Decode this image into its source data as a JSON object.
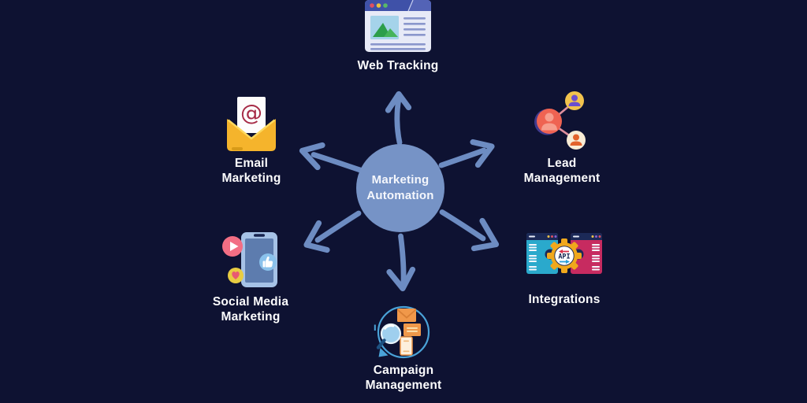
{
  "title": "Marketing Automation diagram",
  "center": {
    "lines": [
      "Marketing",
      "Automation"
    ]
  },
  "nodes": [
    {
      "id": "web-tracking",
      "lines": [
        "Web Tracking"
      ]
    },
    {
      "id": "email-marketing",
      "lines": [
        "Email",
        "Marketing"
      ]
    },
    {
      "id": "lead-management",
      "lines": [
        "Lead",
        "Management"
      ]
    },
    {
      "id": "social-media-marketing",
      "lines": [
        "Social Media",
        "Marketing"
      ]
    },
    {
      "id": "integrations",
      "lines": [
        "Integrations"
      ]
    },
    {
      "id": "campaign-management",
      "lines": [
        "Campaign",
        "Management"
      ]
    }
  ],
  "icon_text": {
    "api": "API",
    "email_at": "@"
  },
  "icons": [
    "browser-window-icon",
    "open-envelope-at-icon",
    "connected-people-icon",
    "phone-social-badges-icon",
    "api-gear-windows-icon",
    "campaign-cycle-icon"
  ],
  "colors": {
    "bg": "#0e1232",
    "node-fill": "#7693c6",
    "center-text": "#f5f7fc",
    "arrow": "#6d8cc2",
    "label": "#fcfcfd",
    "accent-yellow": "#f5b42c",
    "accent-coral": "#ef6352",
    "accent-cyan": "#2aa9cc",
    "accent-crimson": "#c72b60",
    "accent-orange": "#f0984a"
  }
}
